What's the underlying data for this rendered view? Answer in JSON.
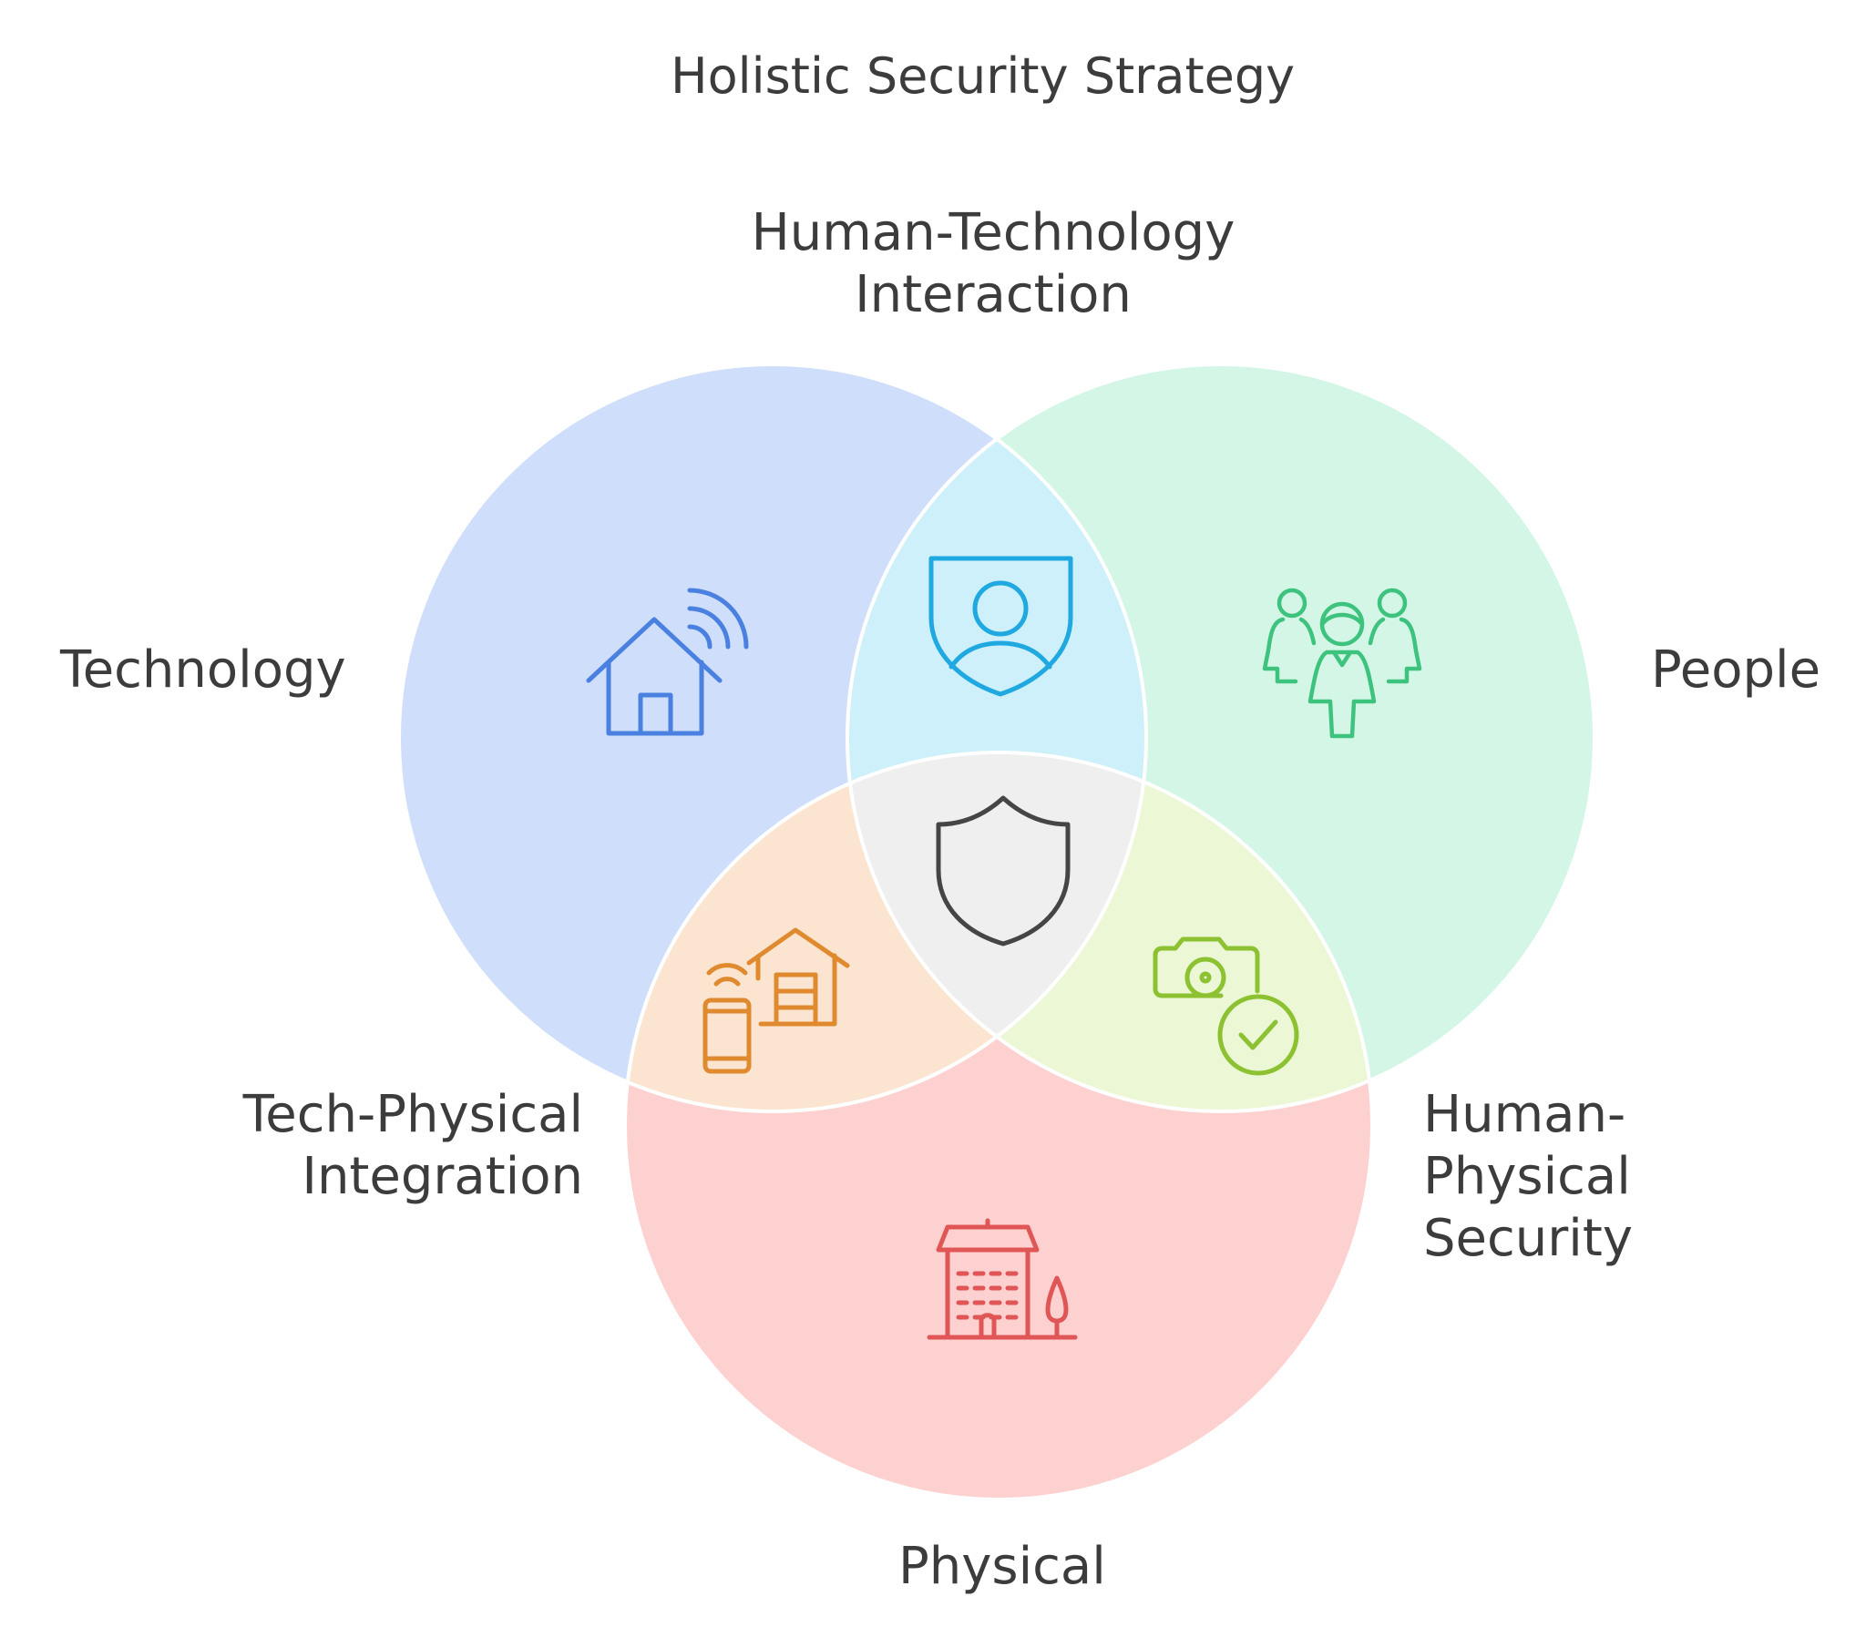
{
  "title": "Holistic Security Strategy",
  "sets": {
    "technology": {
      "label": "Technology",
      "fill": "#cfdffb",
      "icon": "smart-home-icon",
      "icon_color": "#4a80e0"
    },
    "people": {
      "label": "People",
      "fill": "#d4f6e6",
      "icon": "group-people-icon",
      "icon_color": "#3dc37e"
    },
    "physical": {
      "label": "Physical",
      "fill": "#fdd1d0",
      "icon": "building-icon",
      "icon_color": "#e05555"
    }
  },
  "intersections": {
    "human_technology": {
      "lines": [
        "Human-Technology",
        "Interaction"
      ],
      "fill": "#cdf0fb",
      "icon": "user-shield-icon",
      "icon_color": "#1fa9e0"
    },
    "tech_physical": {
      "lines": [
        "Tech-Physical",
        "Integration"
      ],
      "fill": "#fbe5d1",
      "icon": "smart-garage-icon",
      "icon_color": "#e08a30"
    },
    "human_physical": {
      "lines": [
        "Human-",
        "Physical",
        "Security"
      ],
      "fill": "#ecf7d6",
      "icon": "camera-check-icon",
      "icon_color": "#8cc232"
    },
    "center": {
      "fill": "#efefef",
      "icon": "shield-icon",
      "icon_color": "#454545"
    }
  },
  "outline_color": "#ffffff",
  "text_color": "#3c3c3c"
}
